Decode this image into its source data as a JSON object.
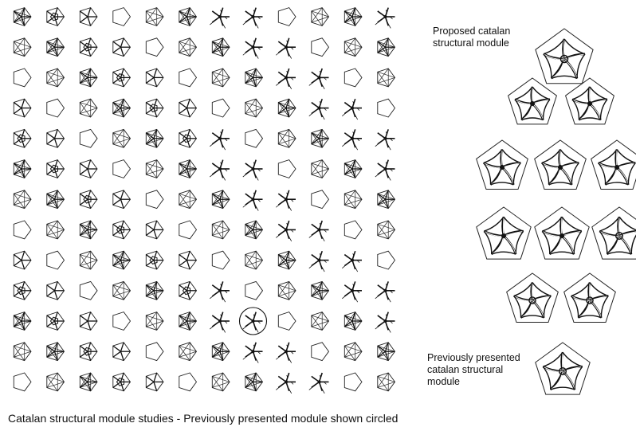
{
  "labels": {
    "proposed": "Proposed catalan\nstructural module",
    "previous": "Previously presented\ncatalan structural\nmodule",
    "caption": "Catalan structural module studies - Previously presented module shown circled"
  },
  "grid": {
    "rows": 13,
    "cols": 12,
    "circled_cell": {
      "row": 10,
      "col": 7
    }
  },
  "icons": {
    "study_variants": [
      "pentagon-net-icon",
      "star-branch-icon",
      "lattice-icon",
      "spider-icon",
      "outline-icon"
    ]
  }
}
